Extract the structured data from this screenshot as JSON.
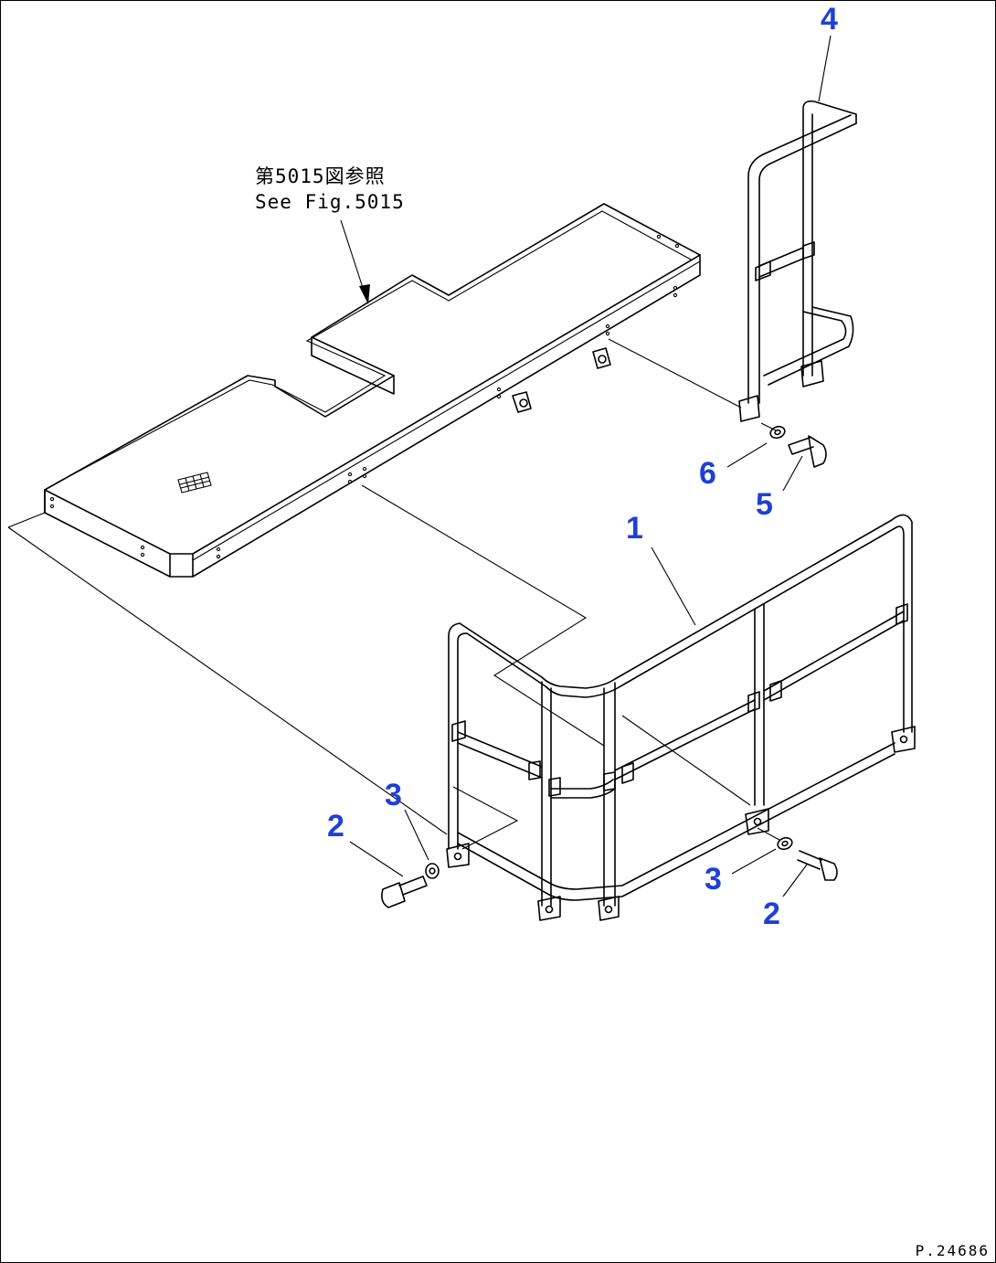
{
  "reference_note": {
    "line1": "第5015図参照",
    "line2": "See Fig.5015"
  },
  "callouts": [
    "4",
    "6",
    "5",
    "1",
    "3",
    "2",
    "3",
    "2"
  ],
  "drawing_number": "P.24686",
  "colors": {
    "callout": "#1f3fd6",
    "line": "#000000",
    "background": "#ffffff"
  }
}
